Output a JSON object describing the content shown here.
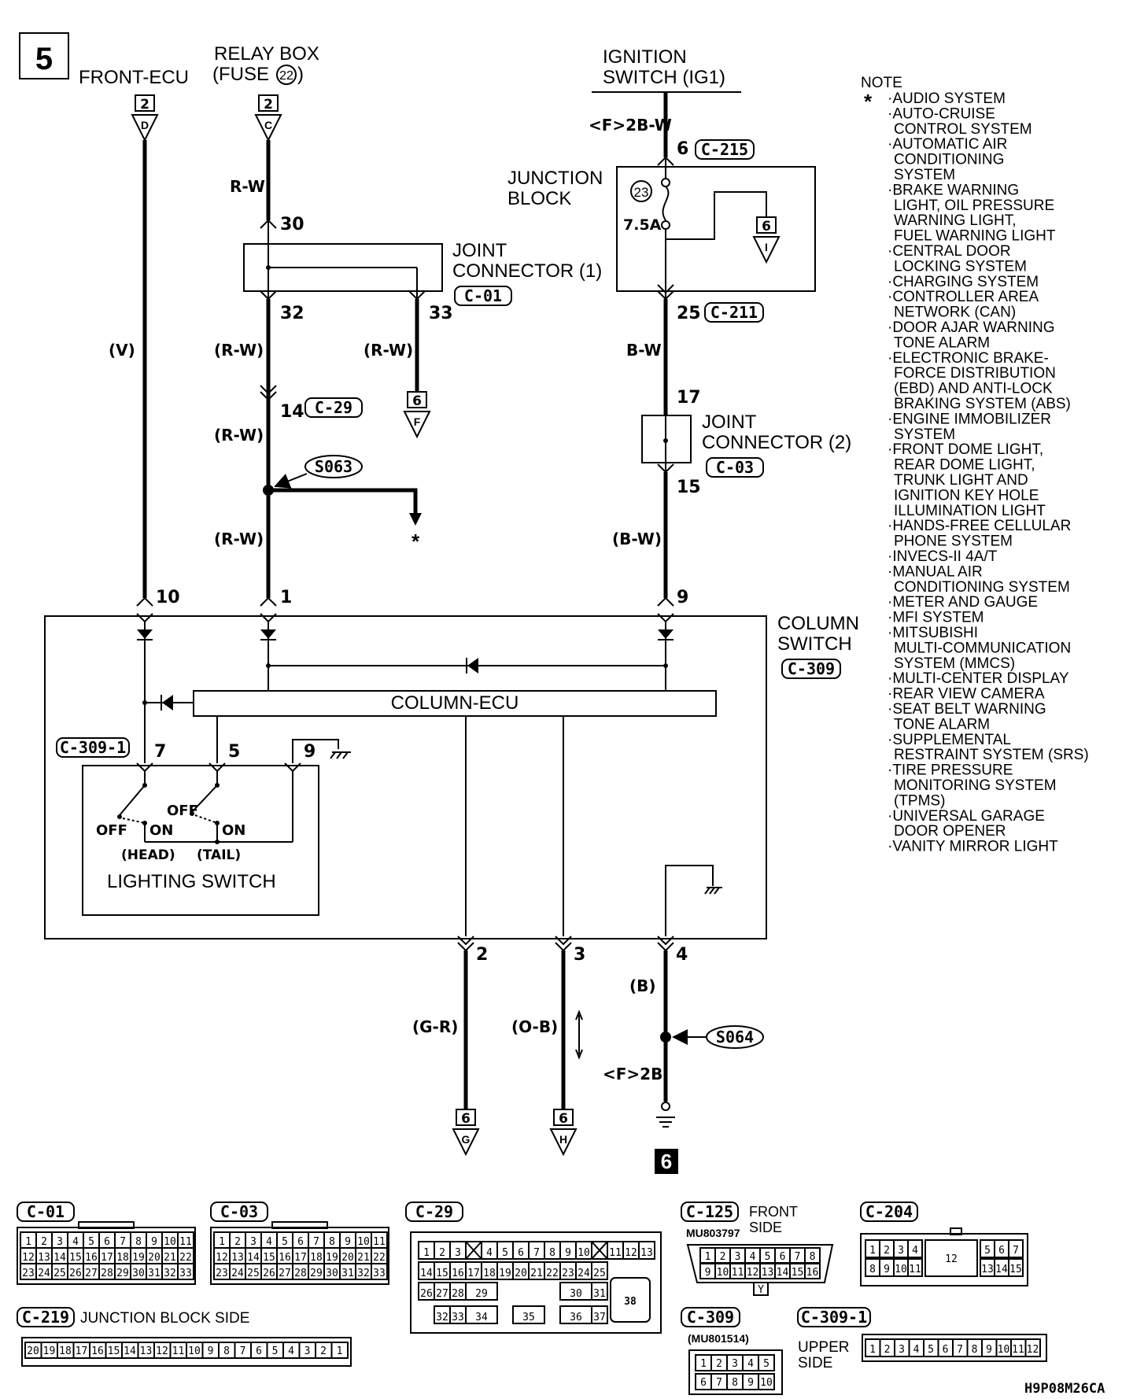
{
  "page_number": "5",
  "top_labels": {
    "front_ecu": "FRONT-ECU",
    "relay_box_1": "RELAY BOX",
    "relay_box_2": "(FUSE",
    "relay_box_fuse": "22",
    "relay_box_close": ")",
    "ignition_1": "IGNITION",
    "ignition_2": "SWITCH (IG1)"
  },
  "terminals": {
    "front_ecu": {
      "num": "2",
      "letter": "D"
    },
    "relay_box": {
      "num": "2",
      "letter": "C"
    },
    "jb_out": {
      "num": "6",
      "letter": "I"
    },
    "jc1_out": {
      "num": "6",
      "letter": "F"
    },
    "bottom_g": {
      "num": "6",
      "letter": "G"
    },
    "bottom_h": {
      "num": "6",
      "letter": "H"
    }
  },
  "wires": {
    "rw": "R-W",
    "rw_p": "(R-W)",
    "v_p": "(V)",
    "f2bw": "<F>2B-W",
    "bw": "B-W",
    "bw_p": "(B-W)",
    "gr_p": "(G-R)",
    "ob_p": "(O-B)",
    "b_p": "(B)",
    "f2b": "<F>2B"
  },
  "pins": {
    "p30": "30",
    "p32": "32",
    "p33": "33",
    "p14": "14",
    "p6": "6",
    "p25": "25",
    "p17": "17",
    "p15": "15",
    "p10": "10",
    "p1": "1",
    "p9": "9",
    "p7": "7",
    "p5": "5",
    "p9b": "9",
    "p2": "2",
    "p3": "3",
    "p4": "4"
  },
  "connectors": {
    "c215": "C-215",
    "c211": "C-211",
    "c01": "C-01",
    "c29": "C-29",
    "c03": "C-03",
    "c309": "C-309",
    "c309_1": "C-309-1"
  },
  "splices": {
    "s063": "S063",
    "s064": "S064"
  },
  "components": {
    "junction_block_1": "JUNCTION",
    "junction_block_2": "BLOCK",
    "fuse_num": "23",
    "fuse_rating": "7.5A",
    "jc1_1": "JOINT",
    "jc1_2": "CONNECTOR (1)",
    "jc2_1": "JOINT",
    "jc2_2": "CONNECTOR (2)",
    "column_switch_1": "COLUMN",
    "column_switch_2": "SWITCH",
    "column_ecu": "COLUMN-ECU",
    "lighting_switch": "LIGHTING SWITCH",
    "off": "OFF",
    "on": "ON",
    "head": "(HEAD)",
    "tail": "(TAIL)",
    "asterisk": "*",
    "ground_num": "6"
  },
  "note": {
    "title": "NOTE",
    "star": "*",
    "items": [
      "·AUDIO SYSTEM",
      "·AUTO-CRUISE",
      "CONTROL SYSTEM",
      "·AUTOMATIC AIR",
      "CONDITIONING",
      "SYSTEM",
      "·BRAKE WARNING",
      "LIGHT, OIL PRESSURE",
      "WARNING LIGHT,",
      "FUEL WARNING LIGHT",
      "·CENTRAL DOOR",
      "LOCKING SYSTEM",
      "·CHARGING SYSTEM",
      "·CONTROLLER AREA",
      "NETWORK (CAN)",
      "·DOOR AJAR WARNING",
      "TONE ALARM",
      "·ELECTRONIC BRAKE-",
      "FORCE DISTRIBUTION",
      "(EBD) AND ANTI-LOCK",
      "BRAKING SYSTEM (ABS)",
      "·ENGINE IMMOBILIZER",
      "SYSTEM",
      "·FRONT DOME LIGHT,",
      "REAR DOME LIGHT,",
      "TRUNK LIGHT AND",
      "IGNITION KEY HOLE",
      "ILLUMINATION LIGHT",
      "·HANDS-FREE CELLULAR",
      "PHONE SYSTEM",
      "·INVECS-II 4A/T",
      "·MANUAL AIR",
      "CONDITIONING SYSTEM",
      "·METER AND GAUGE",
      "·MFI SYSTEM",
      "·MITSUBISHI",
      "MULTI-COMMUNICATION",
      "SYSTEM (MMCS)",
      "·MULTI-CENTER DISPLAY",
      "·REAR VIEW CAMERA",
      "·SEAT BELT WARNING",
      "TONE ALARM",
      "·SUPPLEMENTAL",
      "RESTRAINT SYSTEM (SRS)",
      "·TIRE PRESSURE",
      "MONITORING SYSTEM",
      "(TPMS)",
      "·UNIVERSAL GARAGE",
      "DOOR OPENER",
      "·VANITY MIRROR LIGHT"
    ]
  },
  "connector_views": {
    "c01": {
      "label": "C-01",
      "rows": [
        [
          "1",
          "2",
          "3",
          "4",
          "5",
          "6",
          "7",
          "8",
          "9",
          "10",
          "11"
        ],
        [
          "12",
          "13",
          "14",
          "15",
          "16",
          "17",
          "18",
          "19",
          "20",
          "21",
          "22"
        ],
        [
          "23",
          "24",
          "25",
          "26",
          "27",
          "28",
          "29",
          "30",
          "31",
          "32",
          "33"
        ]
      ]
    },
    "c03": {
      "label": "C-03",
      "rows": [
        [
          "1",
          "2",
          "3",
          "4",
          "5",
          "6",
          "7",
          "8",
          "9",
          "10",
          "11"
        ],
        [
          "12",
          "13",
          "14",
          "15",
          "16",
          "17",
          "18",
          "19",
          "20",
          "21",
          "22"
        ],
        [
          "23",
          "24",
          "25",
          "26",
          "27",
          "28",
          "29",
          "30",
          "31",
          "32",
          "33"
        ]
      ]
    },
    "c29": {
      "label": "C-29",
      "row1": [
        "1",
        "2",
        "3",
        "",
        "4",
        "5",
        "6",
        "7",
        "8",
        "9",
        "10",
        "",
        "11",
        "12",
        "13"
      ],
      "row2": [
        "14",
        "15",
        "16",
        "17",
        "18",
        "19",
        "20",
        "21",
        "22",
        "23",
        "24",
        "25"
      ],
      "row3": [
        "26",
        "27",
        "28",
        "29",
        "30",
        "31"
      ],
      "row4": [
        "32",
        "33",
        "34",
        "35",
        "36",
        "37"
      ],
      "big": "38"
    },
    "c125": {
      "label": "C-125",
      "side_1": "FRONT",
      "side_2": "SIDE",
      "part": "MU803797",
      "row1": [
        "1",
        "2",
        "3",
        "4",
        "5",
        "6",
        "7",
        "8"
      ],
      "row2": [
        "9",
        "10",
        "11",
        "12",
        "13",
        "14",
        "15",
        "16"
      ],
      "key": "Y"
    },
    "c204": {
      "label": "C-204",
      "row1a": [
        "1",
        "2",
        "3",
        "4"
      ],
      "row1b": [
        "5",
        "6",
        "7"
      ],
      "row2a": [
        "8",
        "9",
        "10",
        "11"
      ],
      "row2b": [
        "13",
        "14",
        "15"
      ],
      "big": "12"
    },
    "c219": {
      "label": "C-219",
      "side": "JUNCTION BLOCK SIDE",
      "pins": [
        "20",
        "19",
        "18",
        "17",
        "16",
        "15",
        "14",
        "13",
        "12",
        "11",
        "10",
        "9",
        "8",
        "7",
        "6",
        "5",
        "4",
        "3",
        "2",
        "1"
      ]
    },
    "c309": {
      "label": "C-309",
      "part": "(MU801514)",
      "row1": [
        "1",
        "2",
        "3",
        "4",
        "5"
      ],
      "row2": [
        "6",
        "7",
        "8",
        "9",
        "10"
      ]
    },
    "c309_1": {
      "label": "C-309-1",
      "side_1": "UPPER",
      "side_2": "SIDE",
      "pins": [
        "1",
        "2",
        "3",
        "4",
        "5",
        "6",
        "7",
        "8",
        "9",
        "10",
        "11",
        "12"
      ]
    }
  },
  "diagram_code": "H9P08M26CA"
}
